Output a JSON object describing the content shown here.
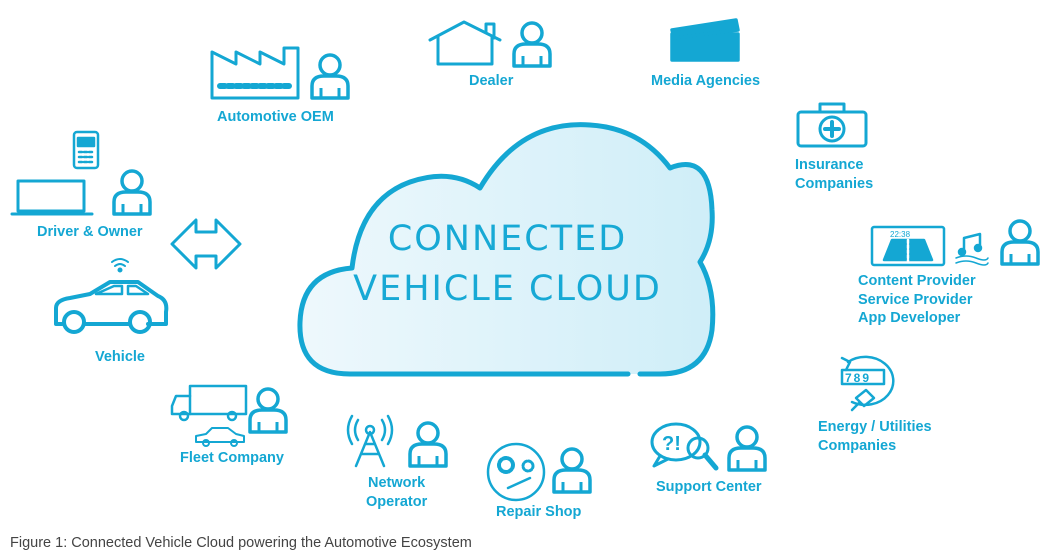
{
  "colors": {
    "accent": "#14a7d3",
    "cloud_fill": "#dff2f9",
    "caption": "#444444"
  },
  "cloud": {
    "line1": "CONNECTED",
    "line2": "VEHICLE CLOUD"
  },
  "nodes": {
    "oem": {
      "label": "Automotive OEM",
      "icon": "factory-icon"
    },
    "dealer": {
      "label": "Dealer",
      "icon": "house-icon"
    },
    "media": {
      "label": "Media Agencies",
      "icon": "clapperboard-icon"
    },
    "insurance": {
      "line1": "Insurance",
      "line2": "Companies",
      "icon": "first-aid-kit-icon"
    },
    "content": {
      "line1": "Content Provider",
      "line2": "Service Provider",
      "line3": "App Developer",
      "icon": "infotainment-screen-icon",
      "screen_time": "22:38"
    },
    "energy": {
      "line1": "Energy / Utilities",
      "line2": "Companies",
      "icon": "meter-plug-icon",
      "meter_digits": "789"
    },
    "support": {
      "label": "Support Center",
      "icon": "question-bubble-icon",
      "bubble_text": "?!"
    },
    "repair": {
      "label": "Repair Shop",
      "icon": "gear-wrench-icon"
    },
    "network": {
      "line1": "Network",
      "line2": "Operator",
      "icon": "cell-tower-icon"
    },
    "fleet": {
      "label": "Fleet Company",
      "icon": "truck-icon"
    },
    "vehicle": {
      "label": "Vehicle",
      "icon": "car-icon"
    },
    "driver": {
      "label": "Driver & Owner",
      "icon": "laptop-phone-icon"
    }
  },
  "caption": "Figure 1: Connected Vehicle Cloud powering the Automotive Ecosystem"
}
